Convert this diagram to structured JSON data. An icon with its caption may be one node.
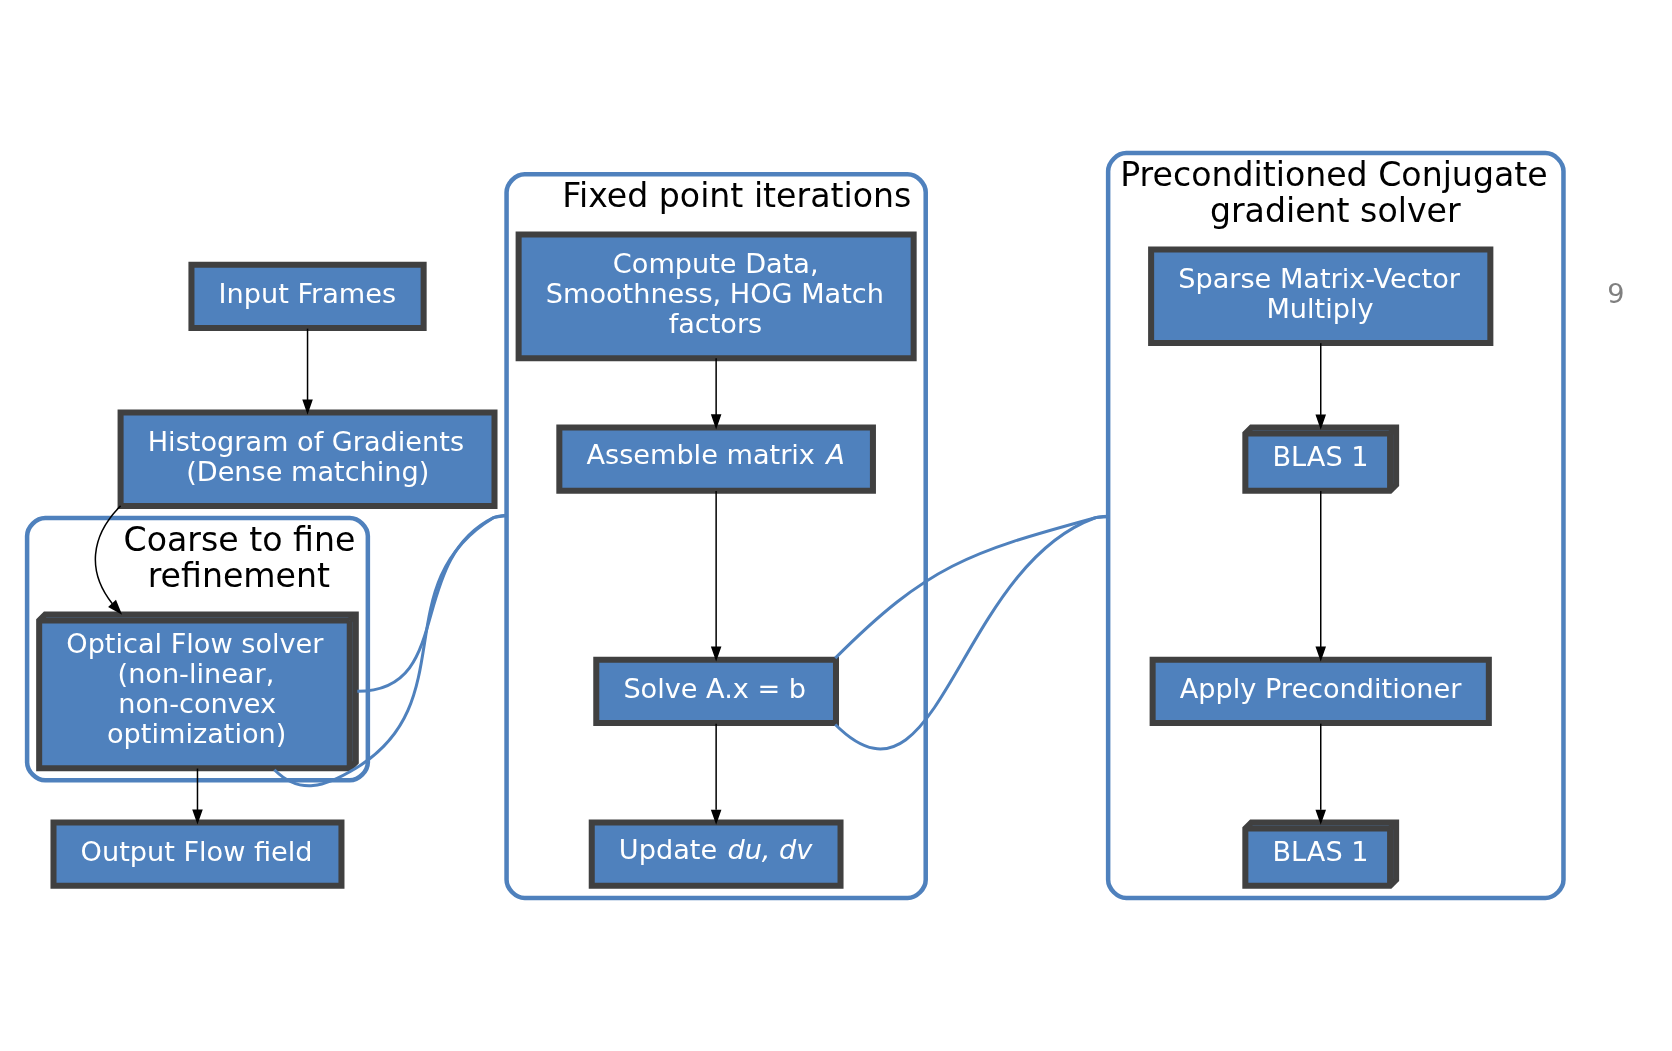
{
  "diagram": {
    "nodes": [
      {
        "text": [
          "Input Frames"
        ]
      },
      {
        "text": [
          "Histogram of Gradients (Dense matching)"
        ]
      },
      {
        "text": [
          "Coarse to fine refinement"
        ]
      },
      {
        "text": [
          "Optical Flow solver (non-linear, non-convex optimization)"
        ],
        "in": 2
      },
      {
        "text": [
          "Output Flow field"
        ]
      },
      {
        "text": [
          "Fixed point iterations"
        ]
      },
      {
        "text": [
          "Compute Data, Smoothness, HOG Match factors"
        ],
        "in": 5
      },
      {
        "text": [
          "Assemble matrix *A*"
        ],
        "in": 5
      },
      {
        "text": [
          "Solve A.x = b"
        ],
        "in": 5
      },
      {
        "text": [
          "Update *du, dv*"
        ],
        "in": 5
      },
      {
        "text": [
          "Preconditioned Conjugate gradient solver"
        ]
      },
      {
        "text": [
          "Sparse Matrix-Vector Multiply"
        ],
        "in": 10
      },
      {
        "text": [
          "BLAS 1"
        ],
        "in": 10
      },
      {
        "text": [
          "Apply Preconditioner"
        ],
        "in": 10
      },
      {
        "text": [
          "BLAS 1"
        ],
        "in": 10
      }
    ],
    "edges": [
      {
        "from": 0,
        "to": 1,
        "arrow": "to"
      },
      {
        "from": 1,
        "to": 3,
        "arrow": "to"
      },
      {
        "from": 3,
        "to": 4,
        "arrow": "to"
      },
      {
        "from": 3,
        "to": 5,
        "arrow": "none",
        "color": "#4f81bd"
      },
      {
        "from": 3,
        "to": 5,
        "arrow": "none",
        "color": "#4f81bd"
      },
      {
        "from": 6,
        "to": 7,
        "arrow": "to"
      },
      {
        "from": 7,
        "to": 8,
        "arrow": "to"
      },
      {
        "from": 8,
        "to": 9,
        "arrow": "to"
      },
      {
        "from": 8,
        "to": 10,
        "arrow": "none",
        "color": "#4f81bd"
      },
      {
        "from": 8,
        "to": 10,
        "arrow": "none",
        "color": "#4f81bd"
      },
      {
        "from": 11,
        "to": 12,
        "arrow": "to"
      },
      {
        "from": 12,
        "to": 13,
        "arrow": "to"
      },
      {
        "from": 13,
        "to": 14,
        "arrow": "to"
      }
    ],
    "labels": [
      "9"
    ]
  }
}
